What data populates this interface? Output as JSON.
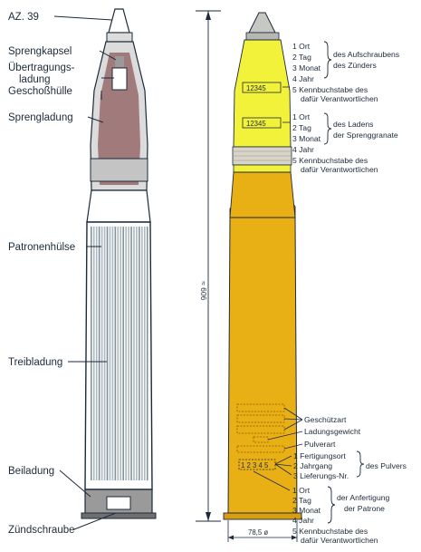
{
  "left_labels": {
    "az": "AZ. 39",
    "sprengkapsel": "Sprengkapsel",
    "uebertragung_1": "Übertragungs-",
    "uebertragung_2": "ladung",
    "geschosshuelle": "Geschoßhülle",
    "sprengladung": "Sprengladung",
    "patronenhuelse": "Patronenhülse",
    "treibladung": "Treibladung",
    "beiladung": "Beiladung",
    "zuendschraube": "Zündschraube"
  },
  "dimensions": {
    "length": "≈ 606",
    "diameter": "78,5 ø"
  },
  "fuze_marking": {
    "n1": "1 Ort",
    "n2": "2 Tag",
    "n3": "3 Monat",
    "n4": "4 Jahr",
    "n5a": "5 Kennbuchstabe des",
    "n5b": "dafür Verantwortlichen",
    "brace_1": "des Aufschraubens",
    "brace_2": "des Zünders",
    "stamp": "12345"
  },
  "load_marking": {
    "n1": "1 Ort",
    "n2": "2 Tag",
    "n3": "3 Monat",
    "n4": "4 Jahr",
    "n5a": "5 Kennbuchstabe des",
    "n5b": "dafür Verantwortlichen",
    "brace_1": "des Ladens",
    "brace_2": "der Sprenggranate",
    "stamp": "12345"
  },
  "case_labels": {
    "geschuetzart": "Geschützart",
    "ladungsgewicht": "Ladungsgewicht",
    "pulverart": "Pulverart",
    "fertigungsort": "1 Fertigungsort",
    "jahrgang": "2 Jahrgang",
    "lieferungs_nr": "3 Lieferungs-Nr.",
    "des_pulvers": "des Pulvers",
    "stamp": "1 2 3 4 5"
  },
  "patrone_marking": {
    "n1": "1 Ort",
    "n2": "2 Tag",
    "n3": "3 Monat",
    "n4": "4 Jahr",
    "n5a": "5 Kennbuchstabe des",
    "n5b": "dafür Verantwortlichen",
    "brace_1": "der Anfertigung",
    "brace_2": "der Patrone"
  },
  "colors": {
    "ink": "#1c2a3a",
    "case_ochre": "#e9b016",
    "projectile_yellow": "#f3f23a",
    "band": "#d9d4c8",
    "fuze_grey": "#c7c7c4",
    "charge_red": "#8d5b5b",
    "powder_blue": "#aeb9bf"
  }
}
